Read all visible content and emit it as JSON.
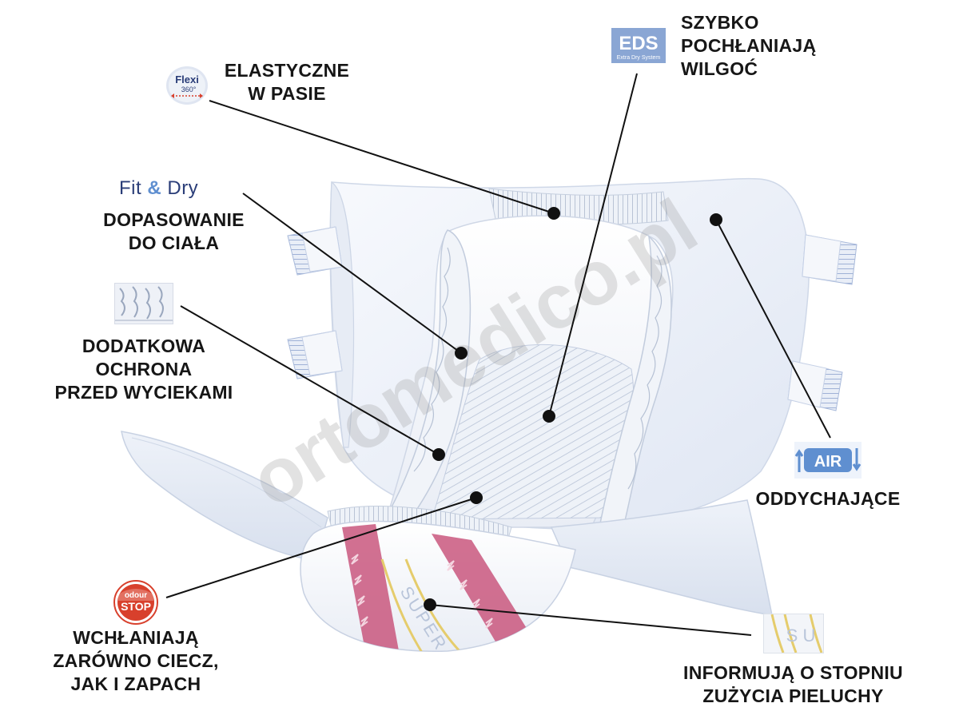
{
  "watermark": "ortomedico.pl",
  "colors": {
    "eds_blue": "#8aa6d4",
    "air_blue": "#5f8fd0",
    "stop_red": "#d8402c",
    "stripe_pink": "#c9577e",
    "stripe_gold": "#e5cc6c",
    "text": "#161616",
    "line": "#111111"
  },
  "features": [
    {
      "id": "elastic",
      "icon": "flexi-360-icon",
      "lines": [
        "ELASTYCZNE",
        "W PASIE"
      ]
    },
    {
      "id": "fit",
      "icon": "fit-and-dry-logo",
      "lines": [
        "DOPASOWANIE",
        "DO CIAŁA"
      ]
    },
    {
      "id": "leak",
      "icon": "leak-guard-icon",
      "lines": [
        "DODATKOWA",
        "OCHRONA",
        "PRZED WYCIEKAMI"
      ]
    },
    {
      "id": "odour",
      "icon": "odour-stop-icon",
      "lines": [
        "WCHŁANIAJĄ",
        "ZARÓWNO CIECZ,",
        "JAK I ZAPACH"
      ]
    },
    {
      "id": "eds",
      "icon": "eds-icon",
      "lines": [
        "SZYBKO",
        "POCHŁANIAJĄ",
        "WILGOĆ"
      ]
    },
    {
      "id": "air",
      "icon": "air-icon",
      "lines": [
        "ODDYCHAJĄCE"
      ]
    },
    {
      "id": "wetness",
      "icon": "wetness-indicator-icon",
      "lines": [
        "INFORMUJĄ O STOPNIU",
        "ZUŻYCIA PIELUCHY"
      ]
    }
  ],
  "icons": {
    "flexi": {
      "word": "Flexi",
      "degree": "360°"
    },
    "fitdry": {
      "part1": "Fit",
      "amp": "&",
      "part2": "Dry"
    },
    "eds": {
      "mark": "EDS",
      "caption": "Extra Dry System"
    },
    "air": {
      "word": "AIR"
    },
    "stop": {
      "top": "odour",
      "main": "STOP"
    },
    "wetness": {
      "letters": "S U"
    }
  },
  "product_print": {
    "brand": "SUPER"
  }
}
